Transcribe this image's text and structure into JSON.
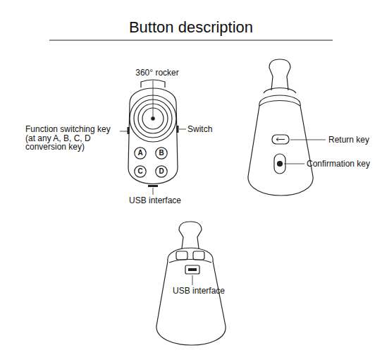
{
  "diagram": {
    "title": "Button description",
    "nodes": [
      {
        "text": [
          "A"
        ]
      },
      {
        "text": [
          "B"
        ]
      },
      {
        "text": [
          "C"
        ]
      },
      {
        "text": [
          "D"
        ]
      }
    ],
    "labels": [
      "360° rocker",
      "Function switching key (at any A, B, C, D conversion key)",
      "Switch",
      "USB interface",
      "Return key",
      "Confirmation key",
      "USB interface"
    ]
  }
}
